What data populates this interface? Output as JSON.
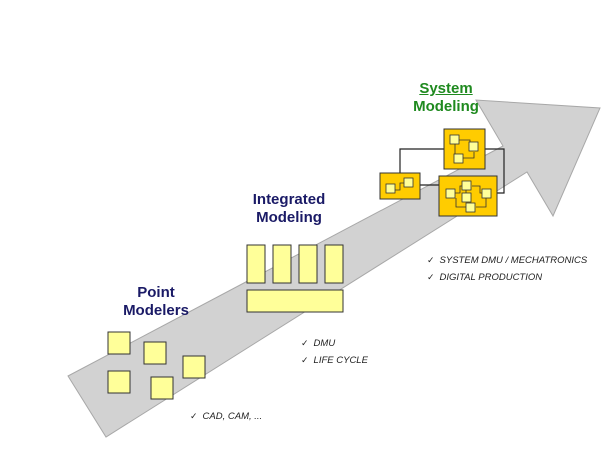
{
  "colors": {
    "arrow_fill": "#d2d2d2",
    "arrow_stroke": "#a8a8a8",
    "light_box": "#ffff99",
    "gold_box": "#ffcc00",
    "heading_navy": "#1a1a66",
    "heading_green": "#1f8a1f"
  },
  "stages": {
    "point": {
      "title_line1": "Point",
      "title_line2": "Modelers",
      "bullets": [
        "CAD, CAM, ..."
      ]
    },
    "integrated": {
      "title_line1": "Integrated",
      "title_line2": "Modeling",
      "bullets": [
        "DMU",
        "LIFE CYCLE"
      ]
    },
    "system": {
      "title_line1": "System",
      "title_line2": "Modeling",
      "bullets": [
        "SYSTEM DMU / MECHATRONICS",
        "DIGITAL PRODUCTION"
      ]
    }
  },
  "icons": {
    "check": "check-mark-icon",
    "module": "module-block-icon"
  }
}
